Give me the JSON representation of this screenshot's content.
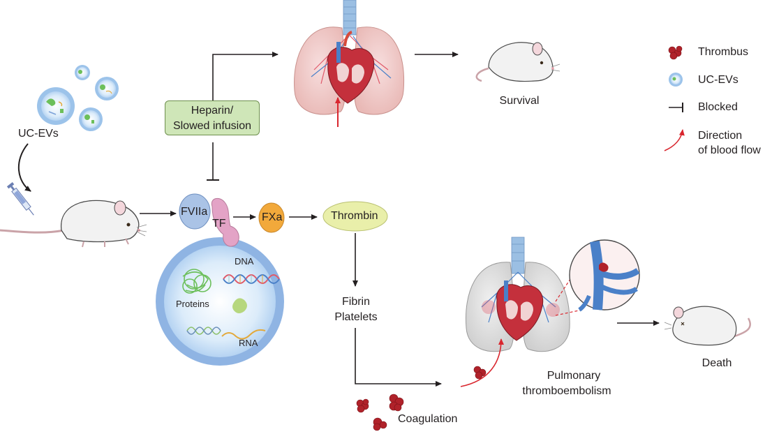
{
  "nodes": {
    "uc_evs_left": "UC-EVs",
    "heparin_line1": "Heparin/",
    "heparin_line2": "Slowed infusion",
    "fviia": "FVIIa",
    "tf": "TF",
    "fxa": "FXa",
    "thrombin": "Thrombin",
    "fibrin": "Fibrin",
    "platelets": "Platelets",
    "coagulation": "Coagulation",
    "survival": "Survival",
    "pte_line1": "Pulmonary",
    "pte_line2": "thromboembolism",
    "death": "Death"
  },
  "ev_cargo": {
    "dna": "DNA",
    "proteins": "Proteins",
    "rna": "RNA"
  },
  "legend": {
    "thrombus": "Thrombus",
    "uc_evs": "UC-EVs",
    "blocked": "Blocked",
    "flow_line1": "Direction",
    "flow_line2": "of blood flow"
  },
  "colors": {
    "thrombus": "#b0222a",
    "heparin_box": "#cfe6b8",
    "fviia": "#aac3e6",
    "tf": "#e3a3c6",
    "fxa": "#f2a93b",
    "thrombin": "#e9efaa",
    "ev_membrane": "#8fb4e3",
    "flow_arrow": "#d9262e"
  }
}
